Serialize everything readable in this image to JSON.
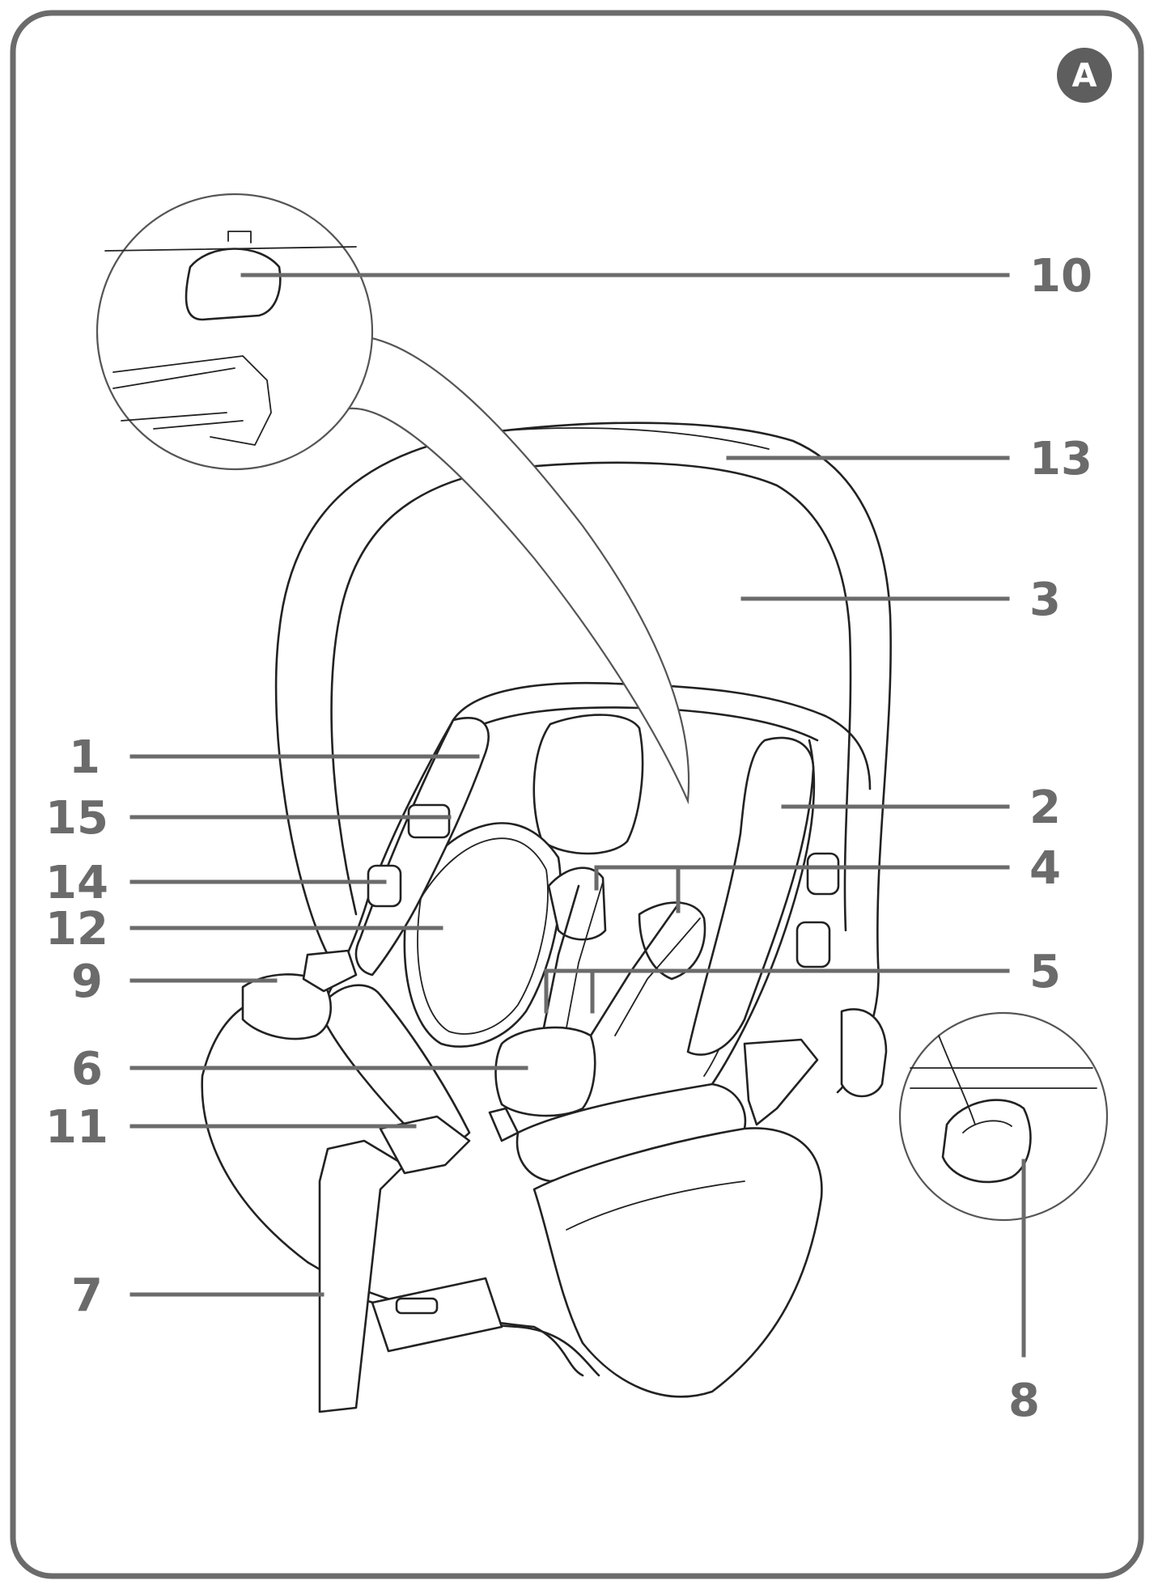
{
  "badge": {
    "label": "A"
  },
  "callouts": [
    {
      "id": "1",
      "text": "1"
    },
    {
      "id": "2",
      "text": "2"
    },
    {
      "id": "3",
      "text": "3"
    },
    {
      "id": "4",
      "text": "4"
    },
    {
      "id": "5",
      "text": "5"
    },
    {
      "id": "6",
      "text": "6"
    },
    {
      "id": "7",
      "text": "7"
    },
    {
      "id": "8",
      "text": "8"
    },
    {
      "id": "9",
      "text": "9"
    },
    {
      "id": "10",
      "text": "10"
    },
    {
      "id": "11",
      "text": "11"
    },
    {
      "id": "12",
      "text": "12"
    },
    {
      "id": "13",
      "text": "13"
    },
    {
      "id": "14",
      "text": "14"
    },
    {
      "id": "15",
      "text": "15"
    }
  ]
}
